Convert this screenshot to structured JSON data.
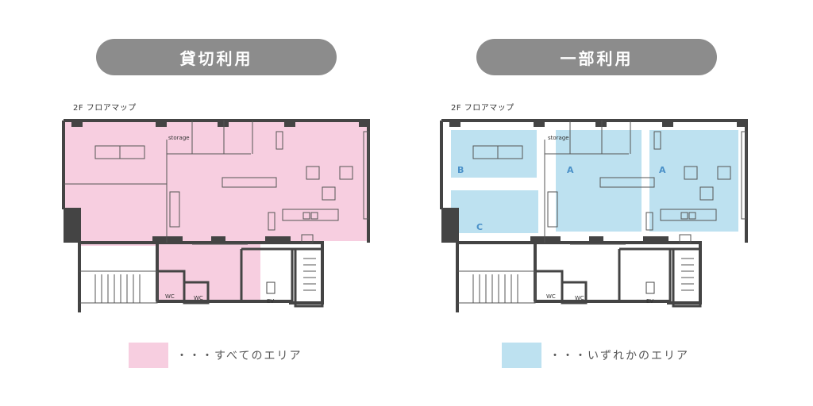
{
  "panels": [
    {
      "title": "貸切利用",
      "floor_label": "2F フロアマップ",
      "legend": "・・・すべてのエリア",
      "storage": "storage",
      "wc": "WC",
      "ev": "EV",
      "color": "#f7cee0"
    },
    {
      "title": "一部利用",
      "floor_label": "2F フロアマップ",
      "legend": "・・・いずれかのエリア",
      "storage": "storage",
      "wc": "WC",
      "ev": "EV",
      "area_a": "A",
      "area_b": "B",
      "area_c": "C",
      "color": "#bde1f0",
      "label_color": "#4a90c8"
    }
  ],
  "colors": {
    "wall": "#444444",
    "pill": "#8c8c8c"
  }
}
